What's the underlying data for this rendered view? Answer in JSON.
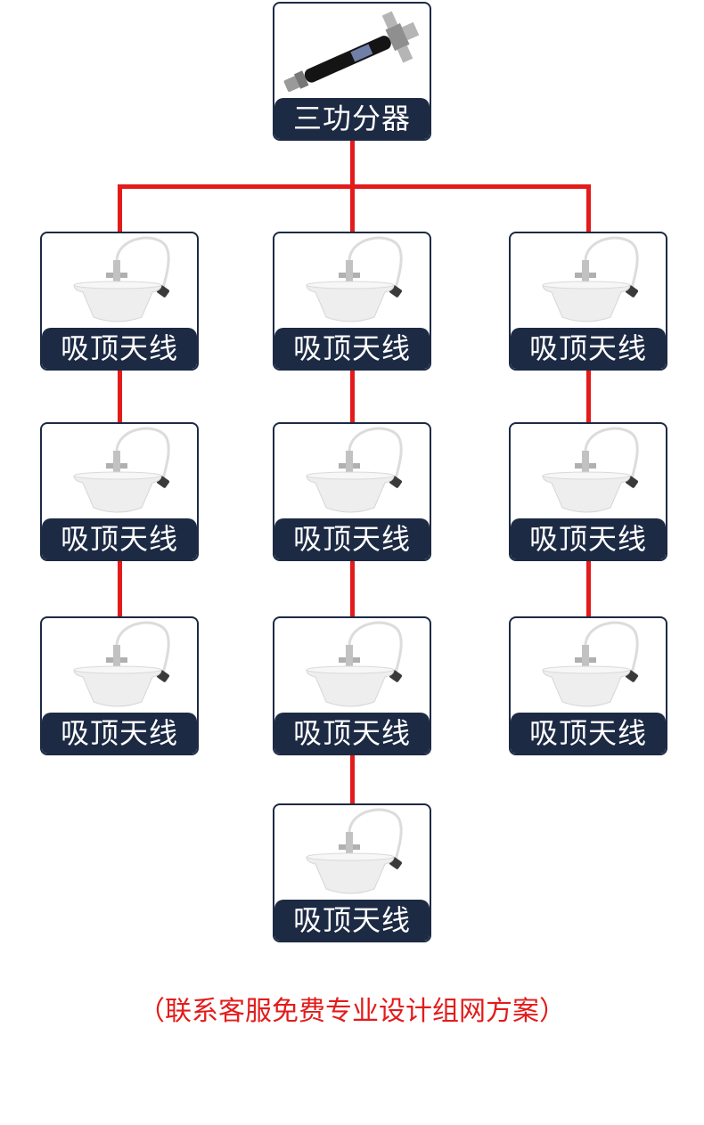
{
  "diagram": {
    "splitter": {
      "label": "三功分器",
      "icon": "power-splitter-image"
    },
    "antenna_label": "吸顶天线",
    "antenna_icon": "ceiling-antenna-image",
    "columns": [
      {
        "antenna_count": 3
      },
      {
        "antenna_count": 4
      },
      {
        "antenna_count": 3
      }
    ],
    "connector_color": "#e31b1b",
    "box_color": "#1d2a44"
  },
  "footer": {
    "note": "（联系客服免费专业设计组网方案）"
  }
}
